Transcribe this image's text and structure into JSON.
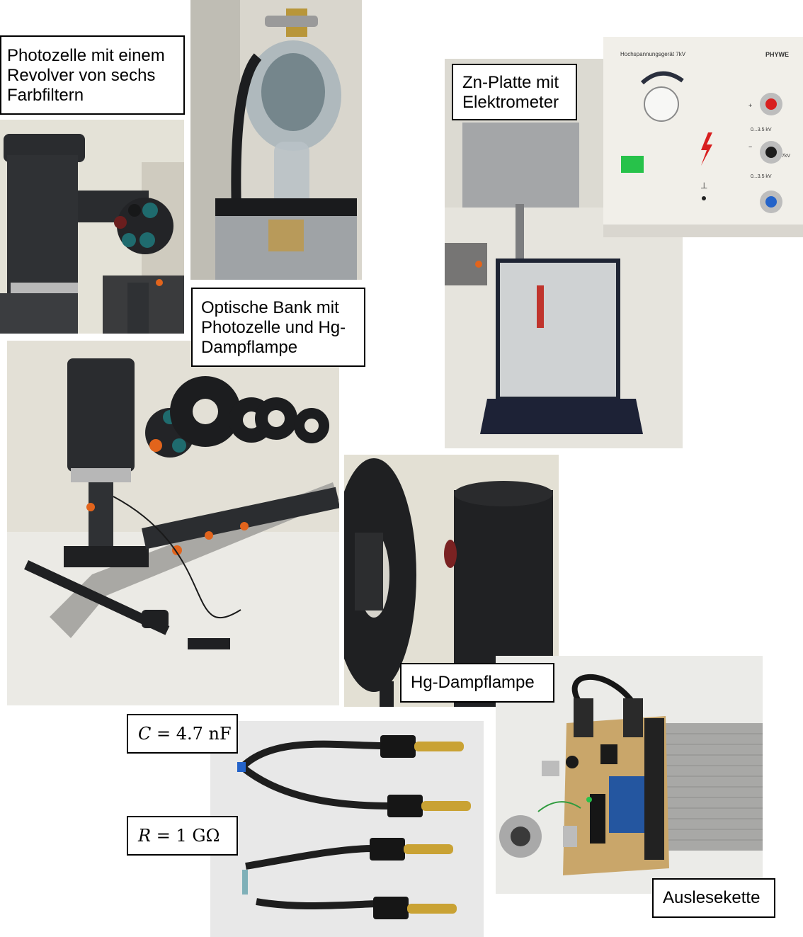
{
  "labels": {
    "photocell": [
      "Photozelle mit einem",
      "Revolver von sechs",
      "Farbfiltern"
    ],
    "optical_bench": [
      "Optische Bank mit",
      "Photozelle und Hg-",
      "Dampflampe"
    ],
    "zn_plate": [
      "Zn-Platte mit",
      "Elektrometer"
    ],
    "hg_lamp": "Hg-Dampflampe",
    "readout": "Auslesekette"
  },
  "formulas": {
    "capacitor": {
      "var": "C",
      "eq": " = 4.7 nF"
    },
    "resistor": {
      "var": "R",
      "eq": " = 1 GΩ"
    }
  },
  "hv_supply": {
    "title": "Hochspannungsgerät 7kV",
    "brand": "PHYWE",
    "range_top": "0...3.5 kV",
    "range_bottom": "0...3.5 kV",
    "plus": "+",
    "minus": "−",
    "ground": "⊥",
    "side": "7kV"
  },
  "colors": {
    "photo_bg": "#d8d5cc",
    "dark_part": "#2b2d30",
    "teal_filter": "#1f6b6e",
    "orange_knob": "#e2641c",
    "brass": "#c9a234",
    "pcb": "#c9a66a",
    "led_green": "#27c24a",
    "jack_red": "#d81f1f",
    "jack_blue": "#2463c9"
  }
}
